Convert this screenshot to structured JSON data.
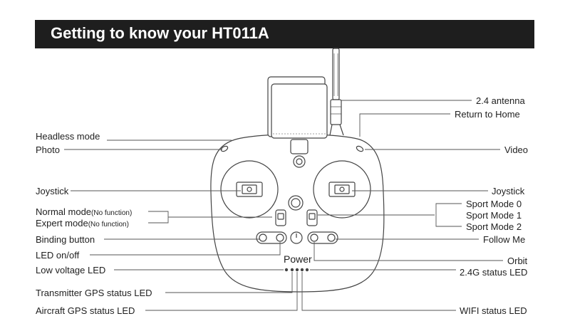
{
  "title": "Getting to know your HT011A",
  "colors": {
    "header_bg": "#1e1e1e",
    "header_text": "#ffffff",
    "line": "#444444"
  },
  "labels": {
    "antenna": "2.4 antenna",
    "return_home": "Return to Home",
    "headless": "Headless mode",
    "photo": "Photo",
    "video": "Video",
    "joystick_left": "Joystick",
    "joystick_right": "Joystick",
    "normal_mode": "Normal mode",
    "normal_mode_note": "(No function)",
    "expert_mode": "Expert mode",
    "expert_mode_note": "(No function)",
    "sport0": "Sport Mode 0",
    "sport1": "Sport Mode 1",
    "sport2": "Sport Mode 2",
    "binding": "Binding button",
    "follow_me": "Follow Me",
    "led_onoff": "LED on/off",
    "power": "Power",
    "orbit": "Orbit",
    "low_voltage": "Low voltage LED",
    "status_24g": "2.4G status LED",
    "tx_gps": "Transmitter GPS status LED",
    "ac_gps": "Aircraft GPS status LED",
    "wifi": "WIFI status LED"
  }
}
